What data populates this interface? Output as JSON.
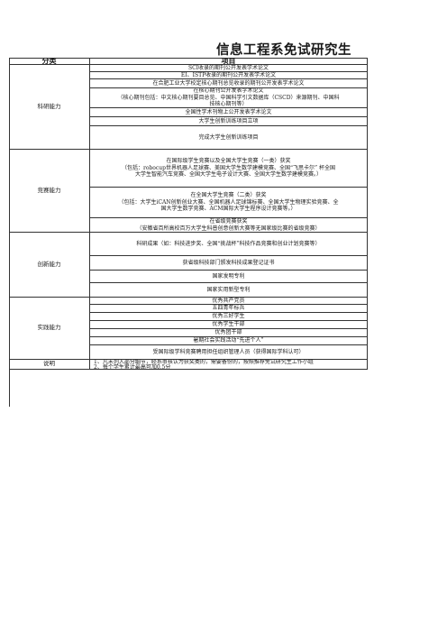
{
  "page": {
    "title": "信息工程系免试研究生"
  },
  "header": {
    "category": "分类",
    "item": "项目"
  },
  "sections": [
    {
      "category": "科研能力",
      "items": [
        {
          "lines": [
            "SCI收录的期刊公开发表学术论文"
          ]
        },
        {
          "lines": [
            "EI、ISTP收录的期刊公开发表学术论文"
          ]
        },
        {
          "lines": [
            "在合肥工业大学校定核心期刊总览收录的期刊公开发表学术论文"
          ]
        },
        {
          "lines": [
            "在核心期刊公开发表学术论文",
            "（核心期刊包括：中文核心期刊要目总览、中国科学引文数据库（CSCD）来源期刊、中国科",
            "技核心期刊等）"
          ]
        },
        {
          "lines": [
            "全国性学术刊物上公开发表学术论文"
          ]
        },
        {
          "lines": [
            "大学生创新训练项目立项"
          ]
        },
        {
          "lines": [
            "完成大学生创新训练项目"
          ]
        }
      ]
    },
    {
      "category": "竞赛能力",
      "items": [
        {
          "lines": [
            "在国际级学生竞赛以及全国大学生竞赛（一类）获奖",
            "（包括：robocup世界机器人足球赛、美国大学生数学建模竞赛、全国“飞思卡尔” 杯全国",
            "大学生智能汽车竞赛、全国大学生电子设计大赛、全国大学生数学建模竞赛。）"
          ]
        },
        {
          "lines": [
            "在全国大学生竞赛（二类）获奖",
            "（包括：大学生iCAN创新创业大赛、全国机器人足球锦标赛、全国大学生物理实验竞赛、全",
            "国大学生数学竞赛、ACM国际大学生程序设计竞赛等。）"
          ]
        },
        {
          "lines": [
            "在省级竞赛获奖",
            "（安徽省百所高校百万大学生科普创意创新大赛等无国家级比赛的省级竞赛）"
          ]
        }
      ]
    },
    {
      "category": "创新能力",
      "items": [
        {
          "lines": [
            "科研成果（如：科技进步奖、全国“挑战杯”科技作品竞赛和创业计划竞赛等）"
          ]
        },
        {
          "lines": [
            "获省级科技部门颁发科技成果登记证书"
          ]
        },
        {
          "lines": [
            "国家发明专利"
          ]
        },
        {
          "lines": [
            "国家实用新型专利"
          ]
        }
      ]
    },
    {
      "category": "实践能力",
      "items": [
        {
          "lines": [
            "优秀共产党员"
          ]
        },
        {
          "lines": [
            "五四青年标兵"
          ]
        },
        {
          "lines": [
            "优秀三好学生"
          ]
        },
        {
          "lines": [
            "优秀学生干部"
          ]
        },
        {
          "lines": [
            "优秀团干部"
          ]
        },
        {
          "lines": [
            "暑期社会实践活动“先进个人”"
          ]
        },
        {
          "lines": [
            "受国际级学科竞赛聘用担任组织管理人员（获得国际学科认可）"
          ]
        }
      ]
    },
    {
      "category": "说明",
      "items": [
        {
          "lines": [
            "1、凡未列入部分细节，经系审核认为获奖类的，需要备份的，按照推荐免试研究生工作小组",
            "2、每个学生累计最高可加0.5分"
          ]
        }
      ]
    }
  ]
}
